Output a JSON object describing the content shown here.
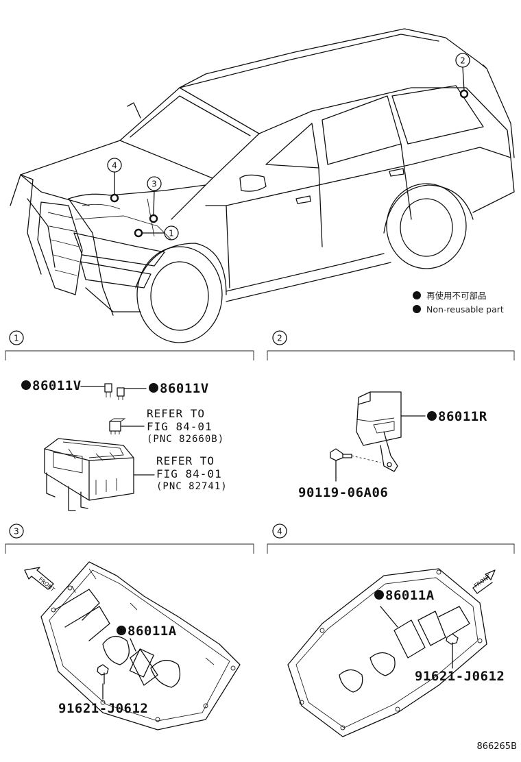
{
  "legend": {
    "japanese": "再使用不可部品",
    "english": "Non-reusable part"
  },
  "callouts": [
    "1",
    "2",
    "3",
    "4"
  ],
  "sections": [
    {
      "number": "1",
      "parts": [
        {
          "marker": "non-reusable",
          "code": "86011V"
        },
        {
          "marker": "non-reusable",
          "code": "86011V"
        }
      ],
      "references": [
        {
          "line1": "REFER TO",
          "line2": "FIG 84-01",
          "pnc": "(PNC 82660B)"
        },
        {
          "line1": "REFER TO",
          "line2": "FIG 84-01",
          "pnc": "(PNC 82741)"
        }
      ]
    },
    {
      "number": "2",
      "parts": [
        {
          "marker": "non-reusable",
          "code": "86011R"
        },
        {
          "marker": "none",
          "code": "90119-06A06"
        }
      ]
    },
    {
      "number": "3",
      "front_label": "FRONT",
      "parts": [
        {
          "marker": "non-reusable",
          "code": "86011A"
        },
        {
          "marker": "none",
          "code": "91621-J0612"
        }
      ]
    },
    {
      "number": "4",
      "front_label": "FRONT",
      "parts": [
        {
          "marker": "non-reusable",
          "code": "86011A"
        },
        {
          "marker": "none",
          "code": "91621-J0612"
        }
      ]
    }
  ],
  "figure_id": "866265B"
}
